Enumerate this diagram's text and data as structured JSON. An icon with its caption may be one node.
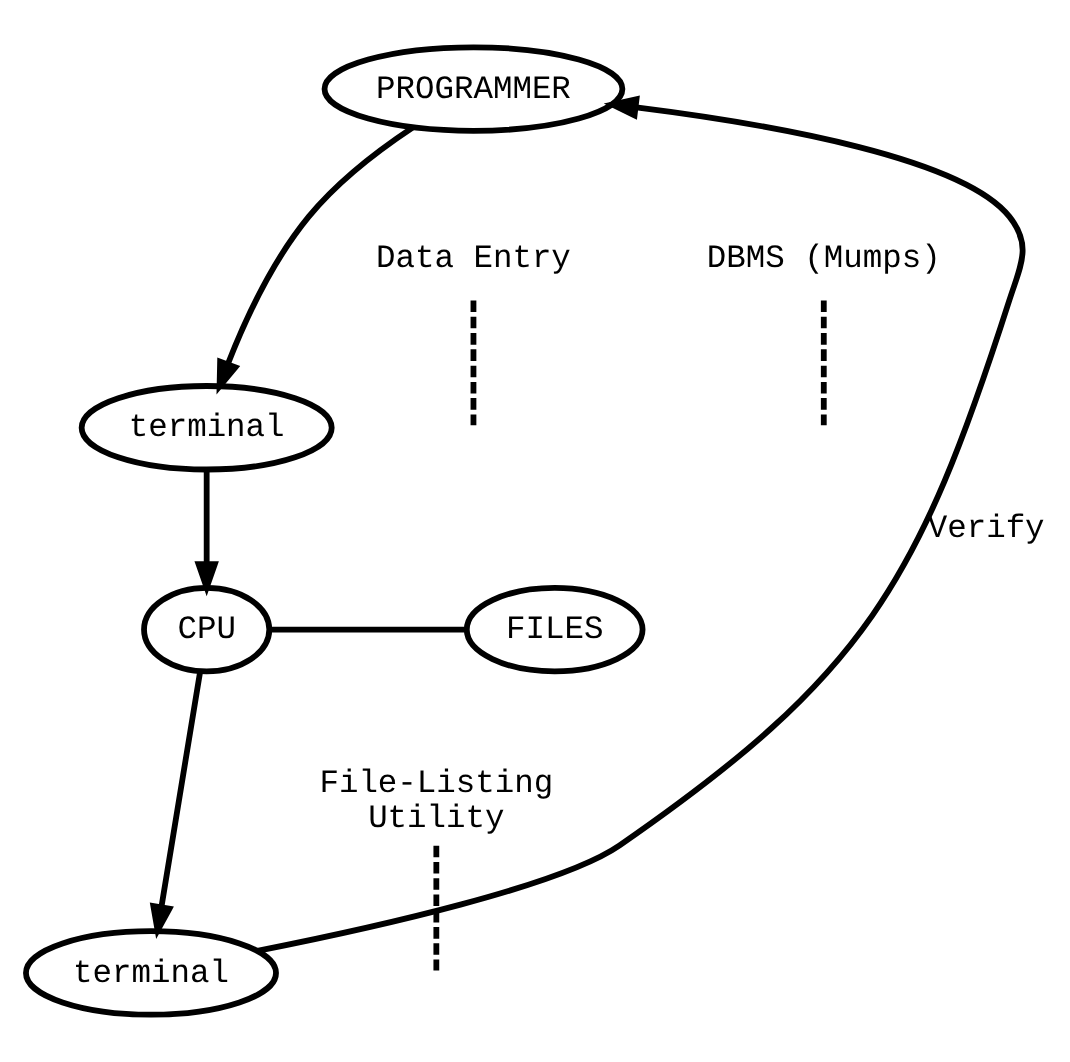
{
  "diagram": {
    "nodes": [
      {
        "text": [
          "PROGRAMMER"
        ]
      },
      {
        "text": [
          "terminal"
        ]
      },
      {
        "text": [
          "CPU"
        ]
      },
      {
        "text": [
          "FILES"
        ]
      },
      {
        "text": [
          "terminal"
        ]
      },
      {
        "text": [
          "Data Entry"
        ]
      },
      {
        "text": [
          "DBMS (Mumps)"
        ]
      },
      {
        "text": [
          "File-Listing Utility"
        ]
      }
    ],
    "edges": [
      {
        "from": 0,
        "to": 1,
        "arrow": "to"
      },
      {
        "from": 1,
        "to": 2,
        "arrow": "to"
      },
      {
        "from": 2,
        "to": 3,
        "arrow": "none"
      },
      {
        "from": 2,
        "to": 4,
        "arrow": "to"
      },
      {
        "from": 4,
        "to": 0,
        "arrow": "to",
        "label": "Verify"
      },
      {
        "from": 5,
        "to": null,
        "arrow": "none",
        "style": "dashed"
      },
      {
        "from": 6,
        "to": null,
        "arrow": "none",
        "style": "dashed"
      },
      {
        "from": 7,
        "to": null,
        "arrow": "none",
        "style": "dashed"
      }
    ]
  }
}
